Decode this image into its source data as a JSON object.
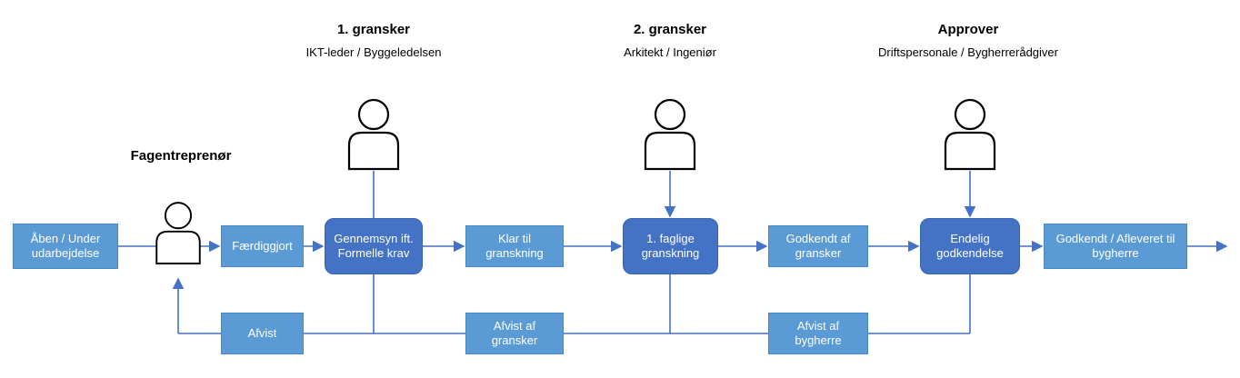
{
  "roles": {
    "contractor": {
      "title": "Fagentreprenør"
    },
    "reviewer1": {
      "title": "1. gransker",
      "subtitle": "IKT-leder / Byggeledelsen"
    },
    "reviewer2": {
      "title": "2. gransker",
      "subtitle": "Arkitekt / Ingeniør"
    },
    "approver": {
      "title": "Approver",
      "subtitle": "Driftspersonale / Bygherrerådgiver"
    }
  },
  "flow": {
    "open": "Åben / Under udarbejdelse",
    "finished": "Færdiggjort",
    "formal_review": "Gennemsyn ift. Formelle krav",
    "ready": "Klar til granskning",
    "technical_review": "1. faglige granskning",
    "approved_by_reviewer": "Godkendt af gransker",
    "final_approval": "Endelig godkendelse",
    "approved_delivered": "Godkendt / Afleveret til bygherre"
  },
  "reject": {
    "rejected": "Afvist",
    "rejected_by_reviewer": "Afvist af gransker",
    "rejected_by_client": "Afvist af bygherre"
  },
  "colors": {
    "state_box": "#5b9bd5",
    "action_box": "#4472c4",
    "connector": "#4472c4",
    "person_outline": "#000000",
    "box_text": "#ffffff",
    "heading_text": "#000000"
  }
}
